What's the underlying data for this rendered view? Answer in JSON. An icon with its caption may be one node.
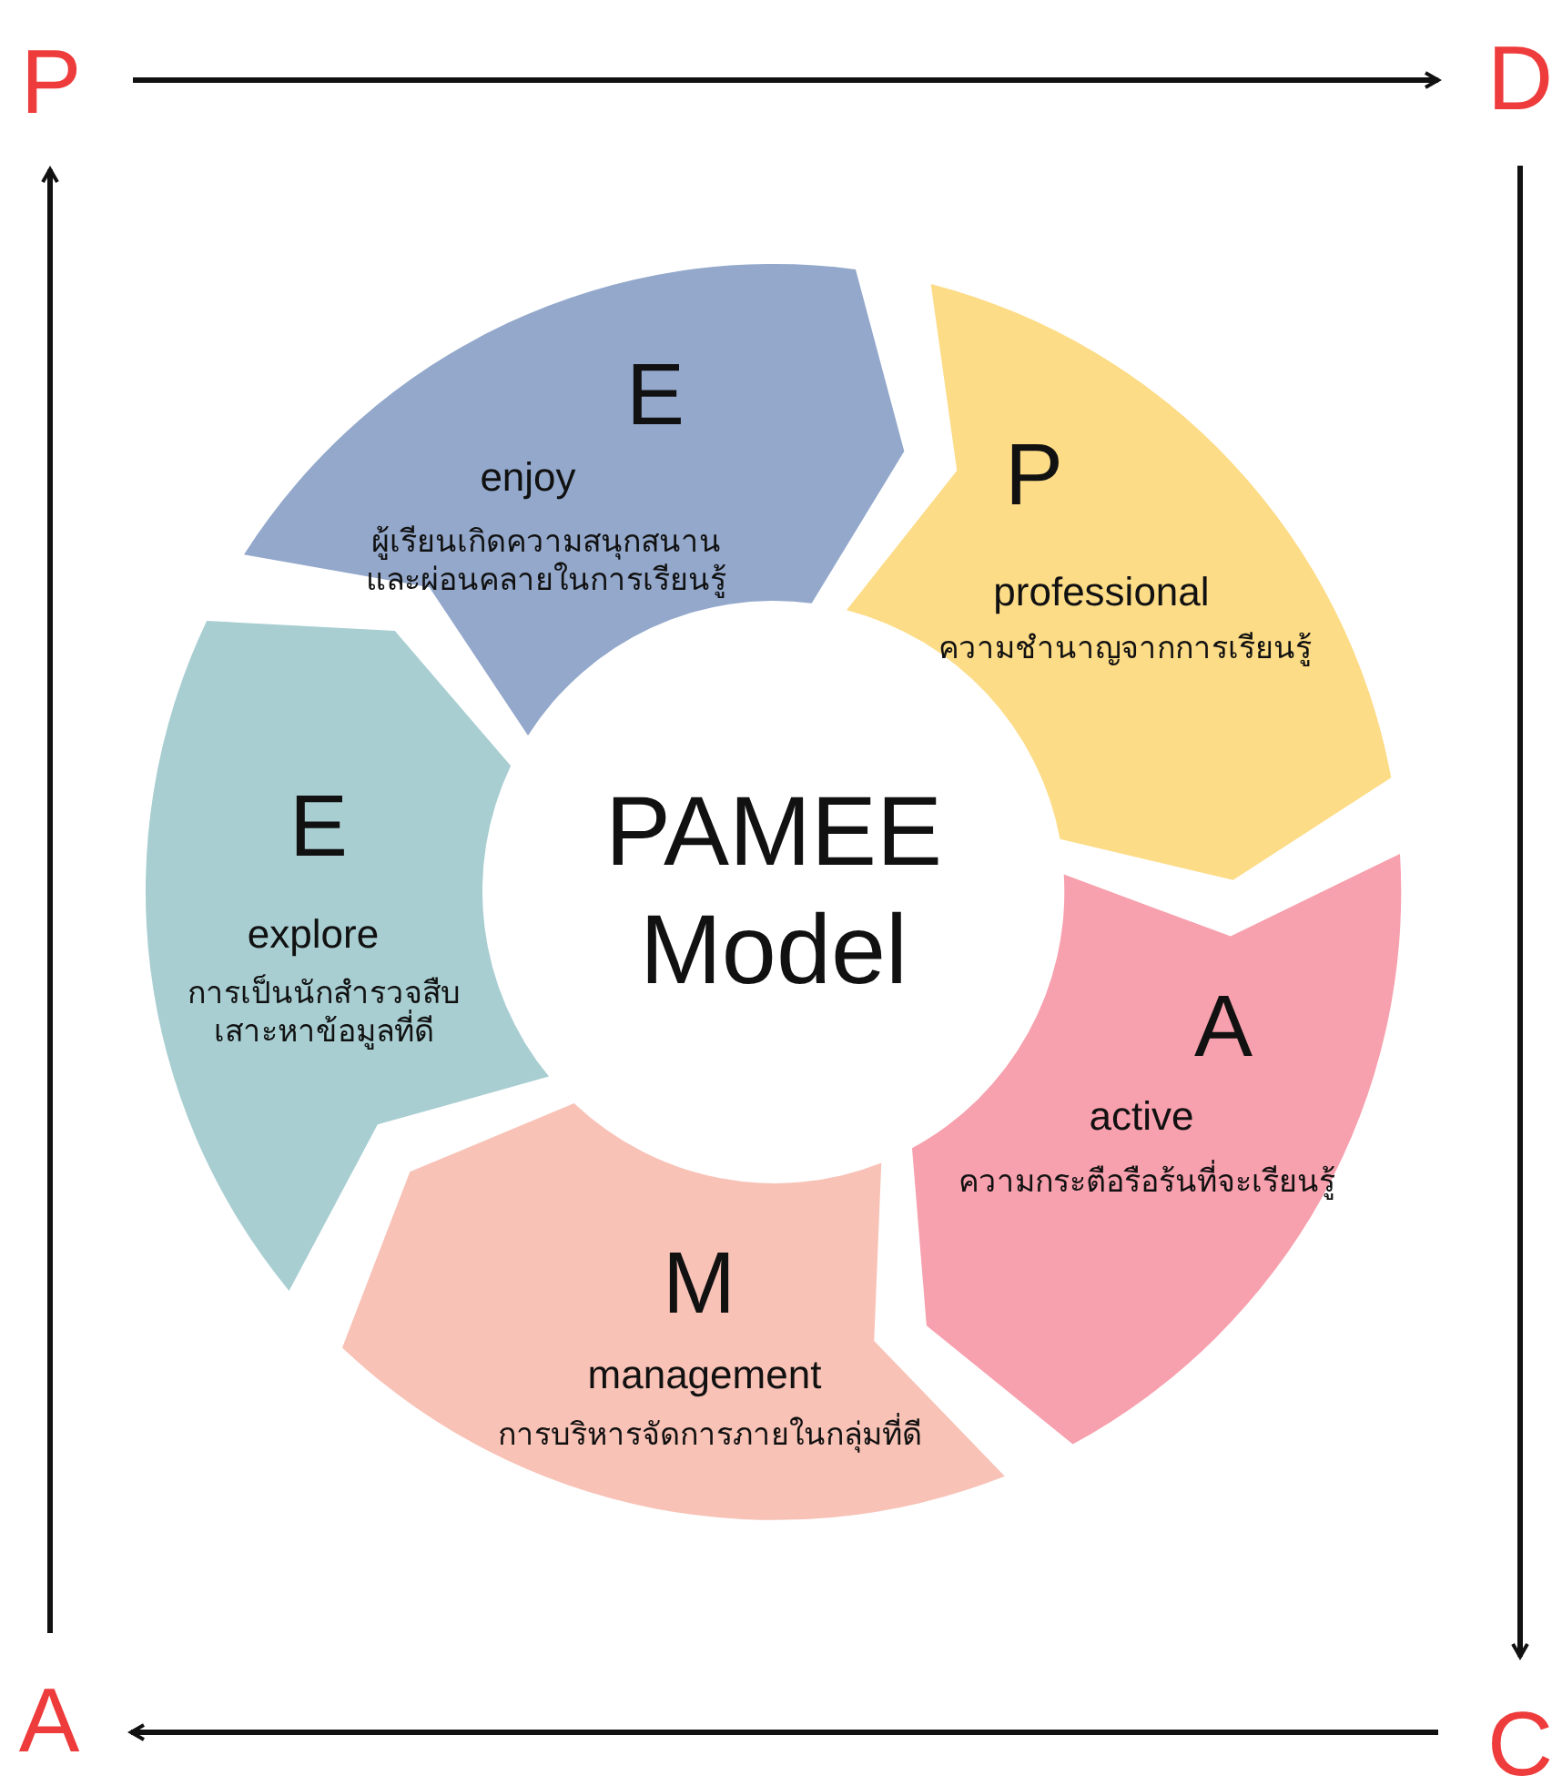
{
  "diagram": {
    "nodes": [
      {
        "text": [
          "P"
        ]
      },
      {
        "text": [
          "D"
        ]
      },
      {
        "text": [
          "E",
          "enjoy",
          "ผู้เรียนเกิดความสนุกสนานและผ่อนคลายในการเรียนรู้"
        ]
      },
      {
        "text": [
          "P",
          "professional",
          "ความชำนาญจากการเรียนรู้"
        ]
      },
      {
        "text": [
          "PAMEE Model"
        ]
      },
      {
        "text": [
          "E",
          "explore",
          "การเป็นนักสำรวจสืบเสาะหาข้อมูลที่ดี"
        ]
      },
      {
        "text": [
          "A",
          "active",
          "ความกระตือรือร้นที่จะเรียนรู้"
        ]
      },
      {
        "text": [
          "M",
          "management",
          "การบริหารจัดการภายในกลุ่มที่ดี"
        ]
      },
      {
        "text": [
          "A"
        ]
      },
      {
        "text": [
          "C"
        ]
      }
    ],
    "edges": [
      {
        "from": 0,
        "to": 1,
        "arrow": "to"
      },
      {
        "from": 1,
        "to": 9,
        "arrow": "to"
      },
      {
        "from": 9,
        "to": 8,
        "arrow": "to"
      },
      {
        "from": 8,
        "to": 0,
        "arrow": "to"
      }
    ]
  }
}
